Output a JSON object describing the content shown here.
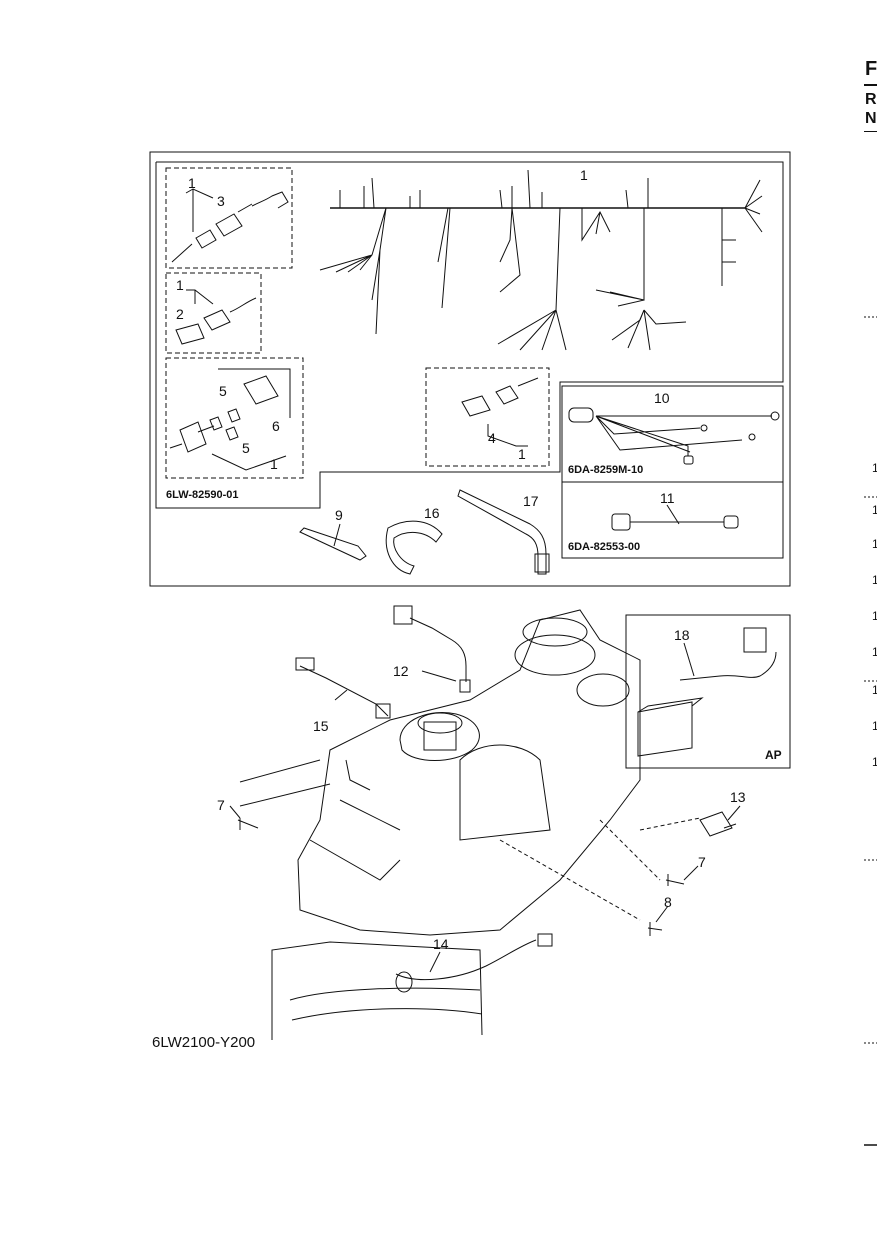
{
  "header": {
    "letters": [
      "F",
      "R",
      "N"
    ]
  },
  "side_margin_numbers": [
    "1",
    "1",
    "1",
    "1",
    "1",
    "1",
    "1",
    "1",
    "1"
  ],
  "kit_box": {
    "part_codes": {
      "harness": "6LW-82590-01",
      "sub_lead": "6DA-8259M-10",
      "lead_11": "6DA-82553-00"
    },
    "callouts": [
      "1",
      "3",
      "1",
      "2",
      "5",
      "6",
      "5",
      "1",
      "4",
      "1",
      "1",
      "10",
      "11",
      "9",
      "16",
      "17"
    ]
  },
  "engine_view": {
    "callouts": [
      "12",
      "15",
      "7",
      "13",
      "7",
      "8",
      "14",
      "18"
    ],
    "inset_label": "AP"
  },
  "figure_code": "6LW2100-Y200"
}
